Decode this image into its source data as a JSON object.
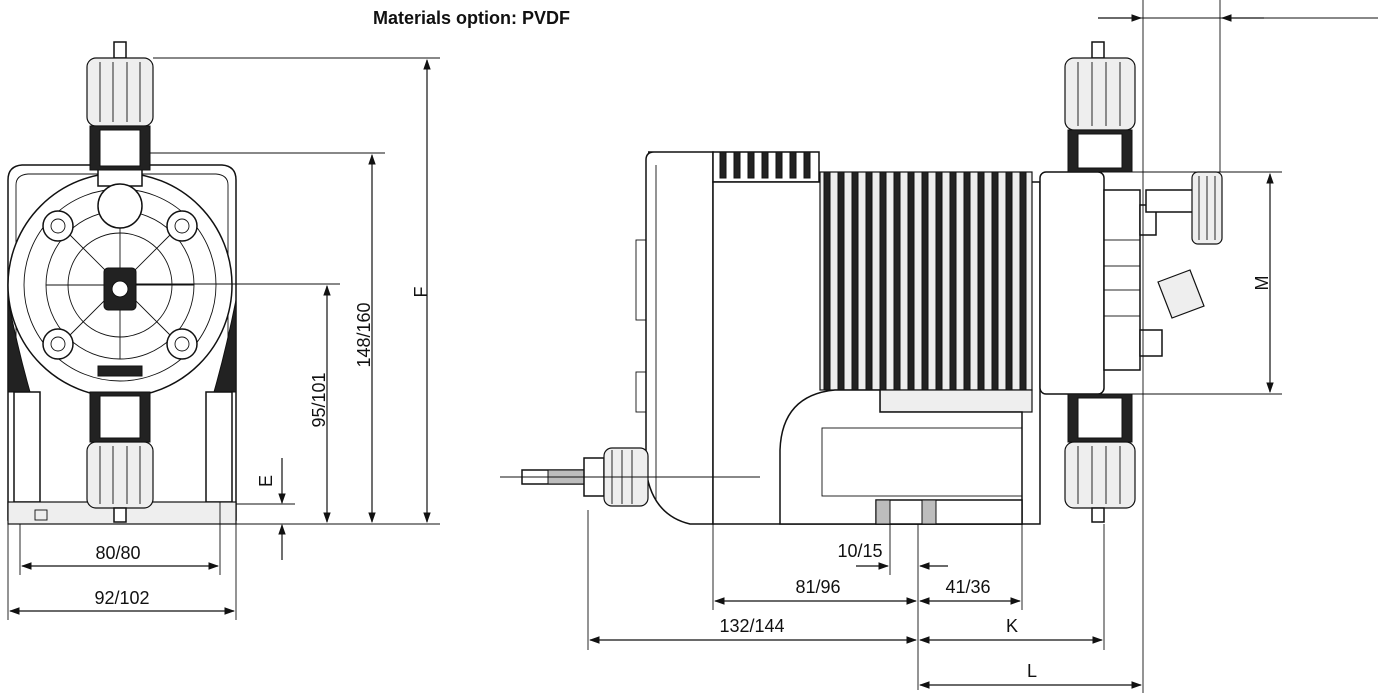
{
  "title": "Materials option: PVDF",
  "front_view": {
    "labels": {
      "width_inner": "80/80",
      "width_outer": "92/102",
      "height_axis": "95/101",
      "height_head": "148/160",
      "height_total": "F",
      "offset": "E"
    }
  },
  "side_view": {
    "labels": {
      "body_depth": "81/96",
      "total_depth": "132/144",
      "foot_gap": "10/15",
      "front_part": "41/36",
      "K": "K",
      "L": "L",
      "M": "M"
    }
  }
}
